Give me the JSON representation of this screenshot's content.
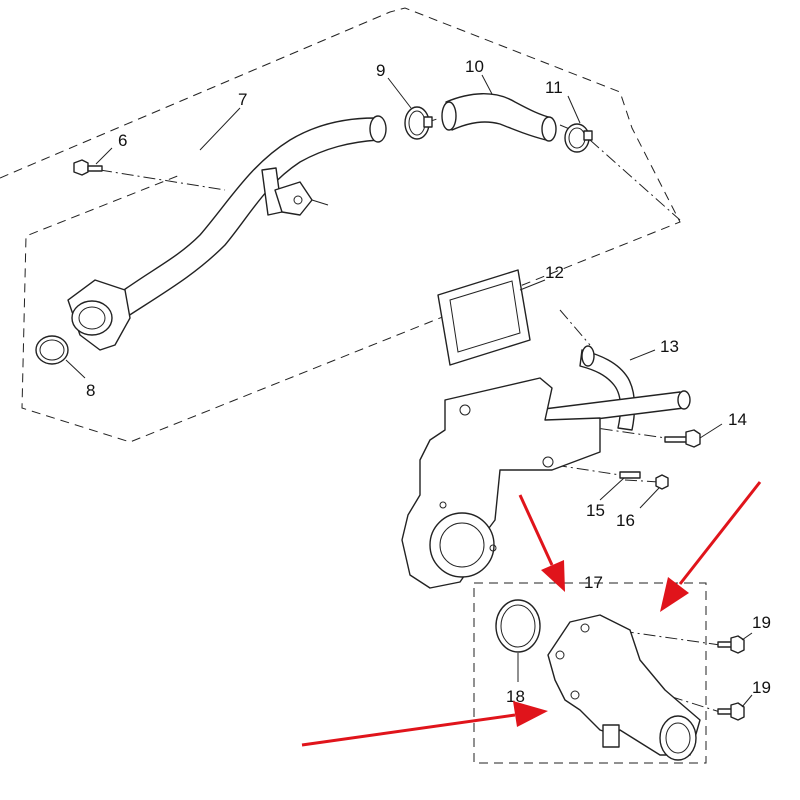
{
  "diagram": {
    "callouts": [
      "6",
      "7",
      "8",
      "9",
      "10",
      "11",
      "12",
      "13",
      "14",
      "15",
      "16",
      "17",
      "18",
      "19",
      "19"
    ],
    "colors": {
      "line": "#222222",
      "arrow": "#e0141b",
      "background": "#ffffff"
    }
  }
}
